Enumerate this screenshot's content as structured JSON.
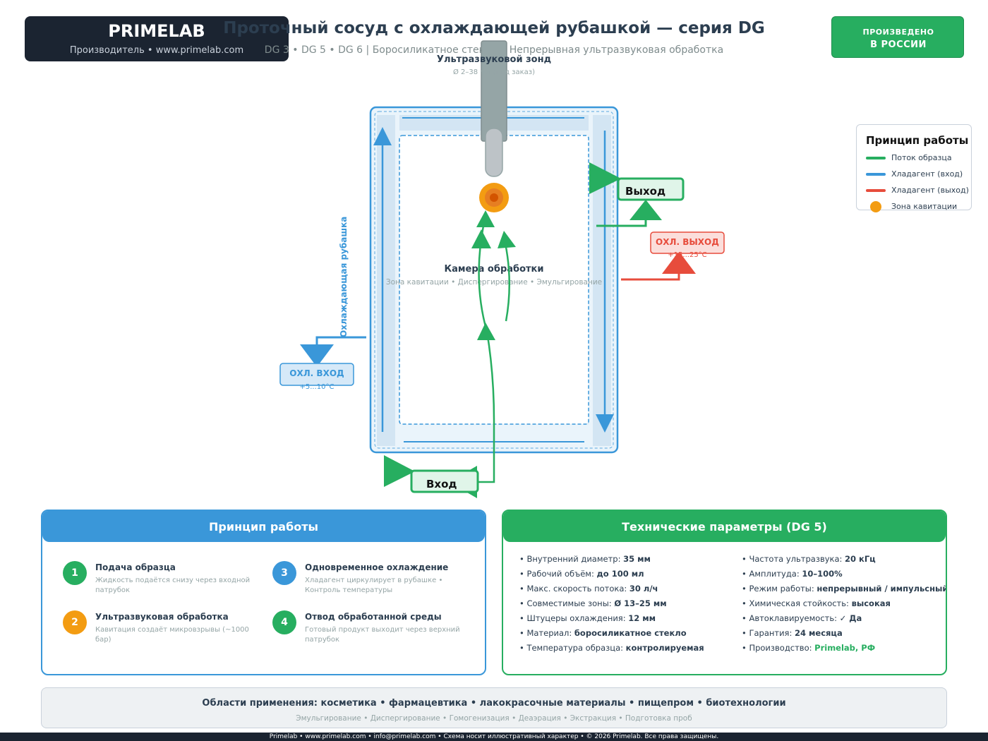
{
  "header": {
    "brand": "PRIMELAB",
    "brand_sub": "Производитель • www.primelab.com",
    "title": "Проточный сосуд с охлаждающей рубашкой — серия DG",
    "subtitle": "DG 3 • DG 5 • DG 6 | Боросиликатное стекло • Непрерывная ультразвуковая обработка",
    "badge_line1": "ПРОИЗВЕДЕНО",
    "badge_line2": "В РОССИИ"
  },
  "diagram": {
    "probe_title": "Ультразвуковой зонд",
    "probe_sub": "Ø 2–38 мм (под заказ)",
    "jacket_label": "Охлаждающая рубашка",
    "chamber_title": "Камера обработки",
    "chamber_sub": "Зона кавитации • Диспергирование • Эмульгирование",
    "outlet_label": "Выход",
    "inlet_label": "Вход",
    "coolant_out_label": "ОХЛ. ВЫХОД",
    "coolant_out_temp": "+15...25°C",
    "coolant_in_label": "ОХЛ. ВХОД",
    "coolant_in_temp": "+5...10°C"
  },
  "legend": {
    "title": "Принцип работы",
    "items": [
      {
        "label": "Поток образца",
        "color": "#27ae60"
      },
      {
        "label": "Хладагент (вход)",
        "color": "#3a97d9"
      },
      {
        "label": "Хладагент (выход)",
        "color": "#e74c3c"
      },
      {
        "label": "Зона кавитации",
        "color": "#f39c12"
      }
    ]
  },
  "principle": {
    "title": "Принцип работы",
    "steps": [
      {
        "num": "1",
        "title": "Подача образца",
        "desc": "Жидкость подаётся снизу через входной патрубок",
        "color": "#27ae60"
      },
      {
        "num": "2",
        "title": "Ультразвуковая обработка",
        "desc": "Кавитация создаёт микровзрывы (~1000 бар)",
        "color": "#f39c12"
      },
      {
        "num": "3",
        "title": "Одновременное охлаждение",
        "desc": "Хладагент циркулирует в рубашке • Контроль температуры",
        "color": "#3a97d9"
      },
      {
        "num": "4",
        "title": "Отвод обработанной среды",
        "desc": "Готовый продукт выходит через верхний патрубок",
        "color": "#27ae60"
      }
    ]
  },
  "specs": {
    "title": "Технические параметры (DG 5)",
    "left": [
      {
        "label": "Внутренний диаметр: ",
        "value": "35 мм"
      },
      {
        "label": "Рабочий объём: ",
        "value": "до 100 мл"
      },
      {
        "label": "Макс. скорость потока: ",
        "value": "30 л/ч"
      },
      {
        "label": "Совместимые зоны: ",
        "value": "Ø 13–25 мм"
      },
      {
        "label": "Штуцеры охлаждения: ",
        "value": "12 мм"
      },
      {
        "label": "Материал: ",
        "value": "боросиликатное стекло"
      },
      {
        "label": "Температура образца: ",
        "value": "контролируемая"
      }
    ],
    "right": [
      {
        "label": "Частота ультразвука: ",
        "value": "20 кГц"
      },
      {
        "label": "Амплитуда: ",
        "value": "10–100%"
      },
      {
        "label": "Режим работы: ",
        "value": "непрерывный / импульсный"
      },
      {
        "label": "Химическая стойкость: ",
        "value": "высокая"
      },
      {
        "label": "Автоклавируемость: ",
        "value": "✓ Да"
      },
      {
        "label": "Гарантия: ",
        "value": "24 месяца"
      },
      {
        "label": "Производство: ",
        "value": "Primelab, РФ"
      }
    ]
  },
  "applications": {
    "line1": "Области применения: косметика • фармацевтика • лакокрасочные материалы • пищепром • биотехнологии",
    "line2": "Эмульгирование • Диспергирование • Гомогенизация • Деаэрация • Экстракция • Подготовка проб"
  },
  "footer": "Primelab • www.primelab.com • info@primelab.com • Схема носит иллюстративный характер • © 2026 Primelab. Все права защищены.",
  "colors": {
    "sample_flow": "#27ae60",
    "coolant_in": "#3a97d9",
    "coolant_out": "#e74c3c",
    "cavitation": "#f39c12",
    "dark": "#1b2431"
  }
}
